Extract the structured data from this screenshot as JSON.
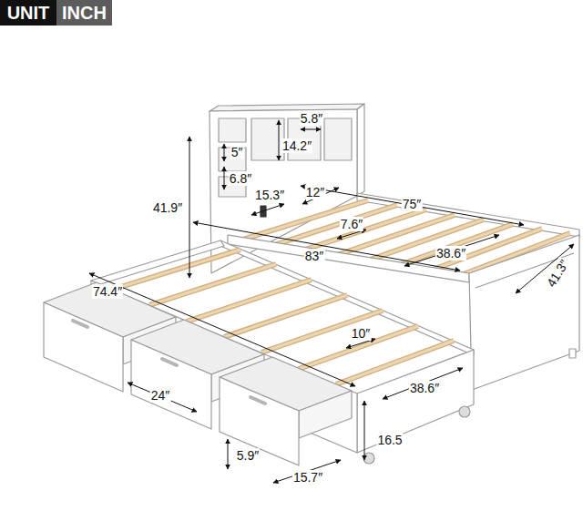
{
  "diagram": {
    "nodes": [
      {
        "text": [
          "UNIT"
        ]
      },
      {
        "text": [
          "INCH"
        ]
      }
    ],
    "labels": [
      "5.8″",
      "5″",
      "14.2″",
      "6.8″",
      "15.3″",
      "12″",
      "41.9″",
      "75″",
      "7.6″",
      "83″",
      "38.6″",
      "41.3″",
      "74.4″",
      "10″",
      "38.6″",
      "24″",
      "16.5",
      "5.9″",
      "15.7″"
    ]
  }
}
